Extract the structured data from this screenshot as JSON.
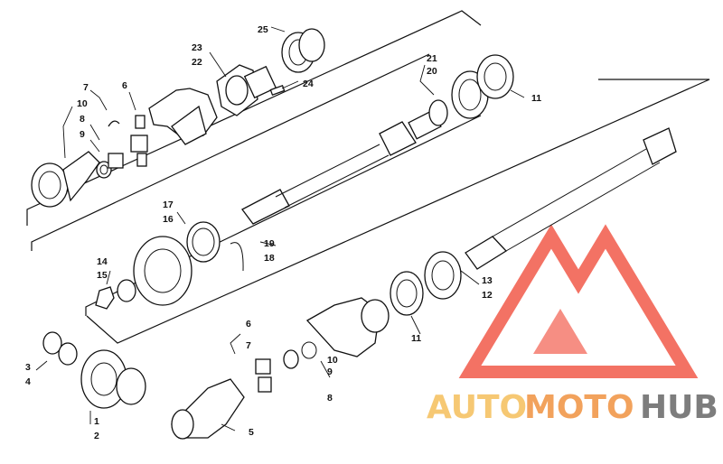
{
  "callouts": [
    "25",
    "23",
    "22",
    "24",
    "21",
    "20",
    "11",
    "7",
    "6",
    "10",
    "8",
    "9",
    "17",
    "16",
    "19",
    "18",
    "14",
    "15",
    "13",
    "12",
    "11",
    "6",
    "7",
    "3",
    "4",
    "9",
    "10",
    "8",
    "1",
    "2",
    "5"
  ],
  "watermark": {
    "part1": "AUTO",
    "part2": "MOTO",
    "part3": "HUB",
    "colors": {
      "auto": "#f6c873",
      "moto": "#f2a25c",
      "hub": "#7d7d7d",
      "logo": "#f25a4a"
    }
  }
}
